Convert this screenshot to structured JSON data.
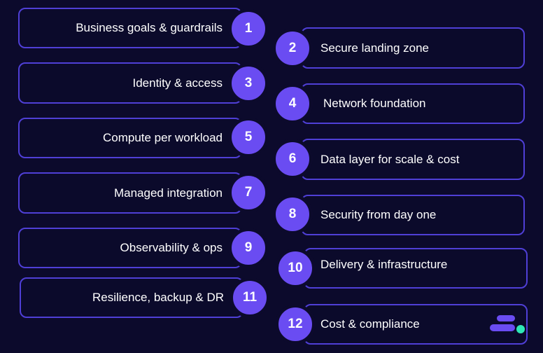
{
  "steps": [
    {
      "num": "1",
      "label": "Business goals & guardrails"
    },
    {
      "num": "2",
      "label": "Secure landing zone"
    },
    {
      "num": "3",
      "label": "Identity & access"
    },
    {
      "num": "4",
      "label": "Network foundation"
    },
    {
      "num": "5",
      "label": "Compute per workload"
    },
    {
      "num": "6",
      "label": "Data layer for scale & cost"
    },
    {
      "num": "7",
      "label": "Managed integration"
    },
    {
      "num": "8",
      "label": "Security from day one"
    },
    {
      "num": "9",
      "label": "Observability & ops"
    },
    {
      "num": "10",
      "label": "Delivery & infrastructure"
    },
    {
      "num": "11",
      "label": "Resilience, backup & DR"
    },
    {
      "num": "12",
      "label": "Cost & compliance"
    }
  ],
  "colors": {
    "background": "#0c0a2c",
    "accent": "#6a4cf2",
    "border": "#4f3fd6",
    "logo_bars": "#6a4cf2",
    "logo_dot": "#2ee8b5"
  },
  "icons": {
    "logo": "brand-logo-icon"
  }
}
